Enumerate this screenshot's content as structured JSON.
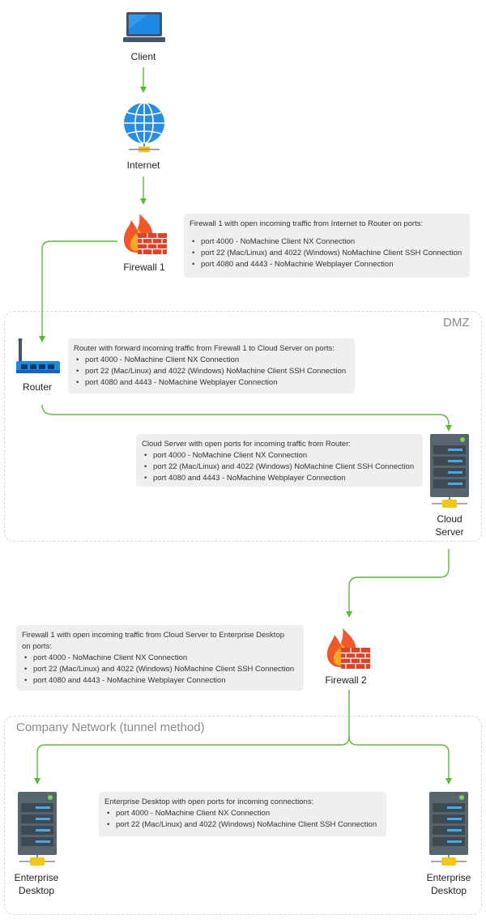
{
  "zones": {
    "dmz": "DMZ",
    "company": "Company Network (tunnel method)"
  },
  "nodes": {
    "client": "Client",
    "internet": "Internet",
    "firewall1": "Firewall 1",
    "router": "Router",
    "cloud_server": [
      "Cloud",
      "Server"
    ],
    "firewall2": "Firewall 2",
    "desktop_left": [
      "Enterprise",
      "Desktop"
    ],
    "desktop_right": [
      "Enterprise",
      "Desktop"
    ]
  },
  "notes": {
    "firewall1": {
      "heading": "Firewall 1 with open incoming traffic from Internet to Router on ports:",
      "items": [
        "port 4000 - NoMachine Client NX Connection",
        "port 22 (Mac/Linux) and 4022 (Windows) NoMachine Client SSH Connection",
        "port 4080 and  4443 - NoMachine Webplayer Connection"
      ]
    },
    "router": {
      "heading": "Router with forward incoming traffic from Firewall 1 to Cloud Server on ports:",
      "items": [
        "port 4000 - NoMachine Client NX Connection",
        "port 22 (Mac/Linux) and 4022 (Windows) NoMachine Client SSH Connection",
        "port 4080 and  4443 - NoMachine Webplayer Connection"
      ]
    },
    "cloud_server": {
      "heading": "Cloud Server with open ports for incoming traffic from Router:",
      "items": [
        "port 4000 - NoMachine Client NX Connection",
        "port 22 (Mac/Linux) and 4022 (Windows) NoMachine Client SSH Connection",
        "port 4080 and  4443 - NoMachine Webplayer Connection"
      ]
    },
    "firewall2": {
      "heading": "Firewall 1 with open incoming traffic from Cloud Server to Enterprise Desktop on ports:",
      "items": [
        "port 4000 - NoMachine Client NX Connection",
        "port 22 (Mac/Linux) and 4022 (Windows) NoMachine Client SSH Connection",
        "port 4080 and  4443 - NoMachine Webplayer Connection"
      ]
    },
    "desktop": {
      "heading": "Enterprise Desktop with open ports for incoming connections:",
      "items": [
        "port 4000 - NoMachine Client NX Connection",
        "port 22 (Mac/Linux) and 4022 (Windows) NoMachine Client SSH Connection"
      ]
    }
  },
  "icons": {
    "client": "laptop-icon",
    "internet": "globe-icon",
    "firewall": "firewall-icon",
    "router": "router-icon",
    "server": "server-icon"
  },
  "colors": {
    "arrow": "#5cb83b",
    "note_bg": "#efefef",
    "zone_border": "#d9d9d9",
    "globe": "#2b8de0",
    "flame": "#f0582a",
    "brick": "#d9452b",
    "server_body": "#56656e",
    "server_bar": "#49a8e8",
    "server_plug": "#f5c518"
  }
}
